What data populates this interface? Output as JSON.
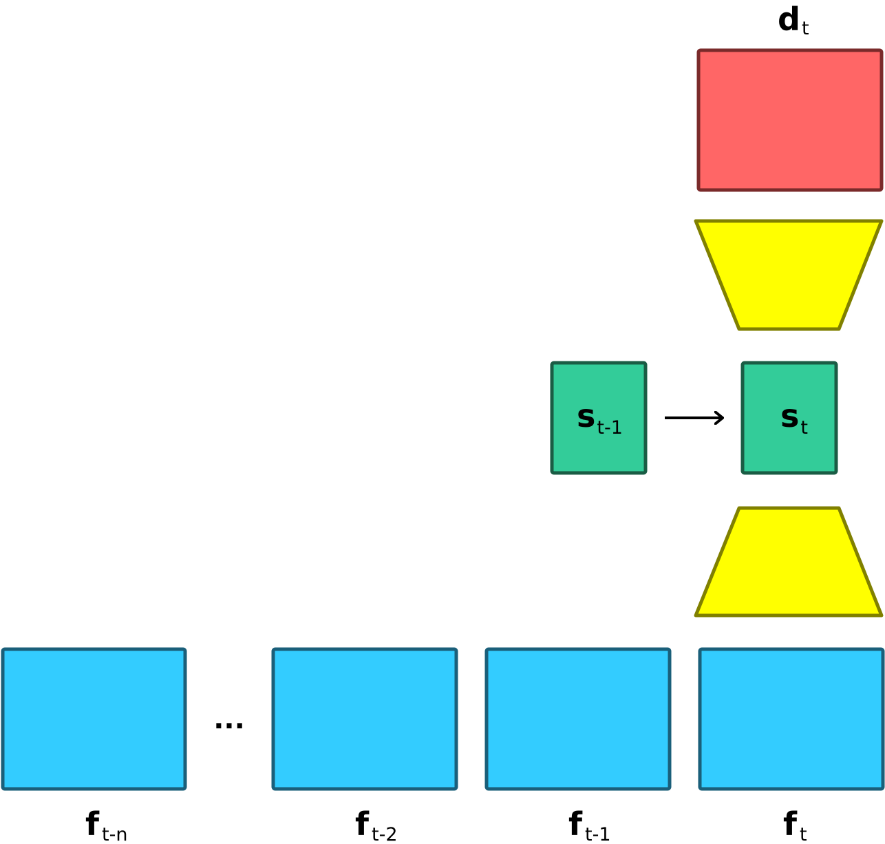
{
  "colors": {
    "frame_fill": "#33ccff",
    "frame_stroke": "#1a5f7a",
    "state_fill": "#33cc99",
    "state_stroke": "#1a5c44",
    "funnel_fill": "#ffff00",
    "funnel_stroke": "#808000",
    "depth_fill": "#ff6666",
    "depth_stroke": "#7a2a2a"
  },
  "frames": [
    {
      "main": "f",
      "sub": "t-n"
    },
    {
      "main": "f",
      "sub": "t-2"
    },
    {
      "main": "f",
      "sub": "t-1"
    },
    {
      "main": "f",
      "sub": "t"
    }
  ],
  "ellipsis": "...",
  "states": [
    {
      "main": "s",
      "sub": "t-1"
    },
    {
      "main": "s",
      "sub": "t"
    }
  ],
  "output": {
    "main": "d",
    "sub": "t"
  }
}
